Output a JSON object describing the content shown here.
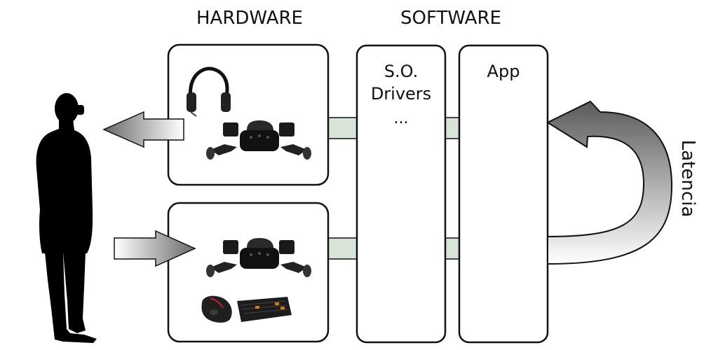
{
  "headers": {
    "hardware": "HARDWARE",
    "software": "SOFTWARE"
  },
  "os_box": {
    "line1": "S.O.",
    "line2": "Drivers",
    "line3": "..."
  },
  "app_box": {
    "label": "App"
  },
  "latency_label": "Latencia",
  "icons": [
    "person-silhouette",
    "headphones-icon",
    "vr-headset-icon",
    "vr-base-station-icon",
    "vr-controller-icon",
    "mouse-icon",
    "keyboard-icon"
  ],
  "colors": {
    "connector_fill": "#d8e4d8",
    "arrow_dark": "#555555",
    "arrow_light": "#ffffff"
  }
}
